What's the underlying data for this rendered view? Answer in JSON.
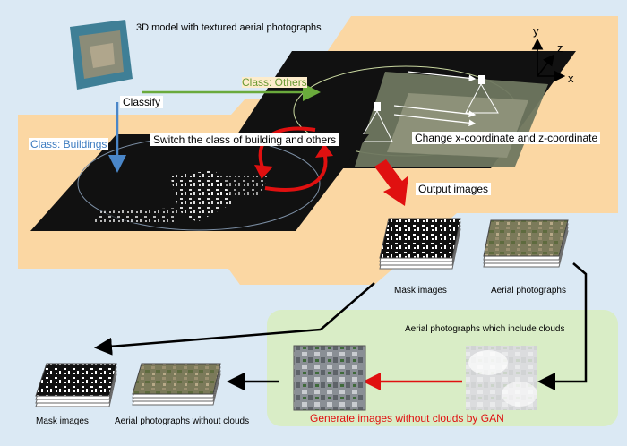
{
  "labels": {
    "model_title": "3D model with textured aerial photographs",
    "classify": "Classify",
    "class_others": "Class: Others",
    "class_buildings": "Class: Buildings",
    "switch_class": "Switch the class of building and others",
    "change_coords": "Change x-coordinate and z-coordinate",
    "output_images": "Output images",
    "mask_images_top": "Mask images",
    "aerial_photos": "Aerial photographs",
    "aerial_with_clouds": "Aerial photographs which include clouds",
    "gan_caption": "Generate images without clouds by GAN",
    "mask_images_bottom": "Mask images",
    "aerial_without_clouds": "Aerial photographs without clouds"
  },
  "axes": {
    "y": "y",
    "z": "z",
    "x": "x"
  },
  "colors": {
    "background": "#dbe9f4",
    "orange_region": "#fbd7a3",
    "green_region": "#d9edc6",
    "green_arrow": "#6aaa3c",
    "blue_arrow": "#4a86c8",
    "red_arrow": "#e01010",
    "black_arrow": "#000000"
  }
}
